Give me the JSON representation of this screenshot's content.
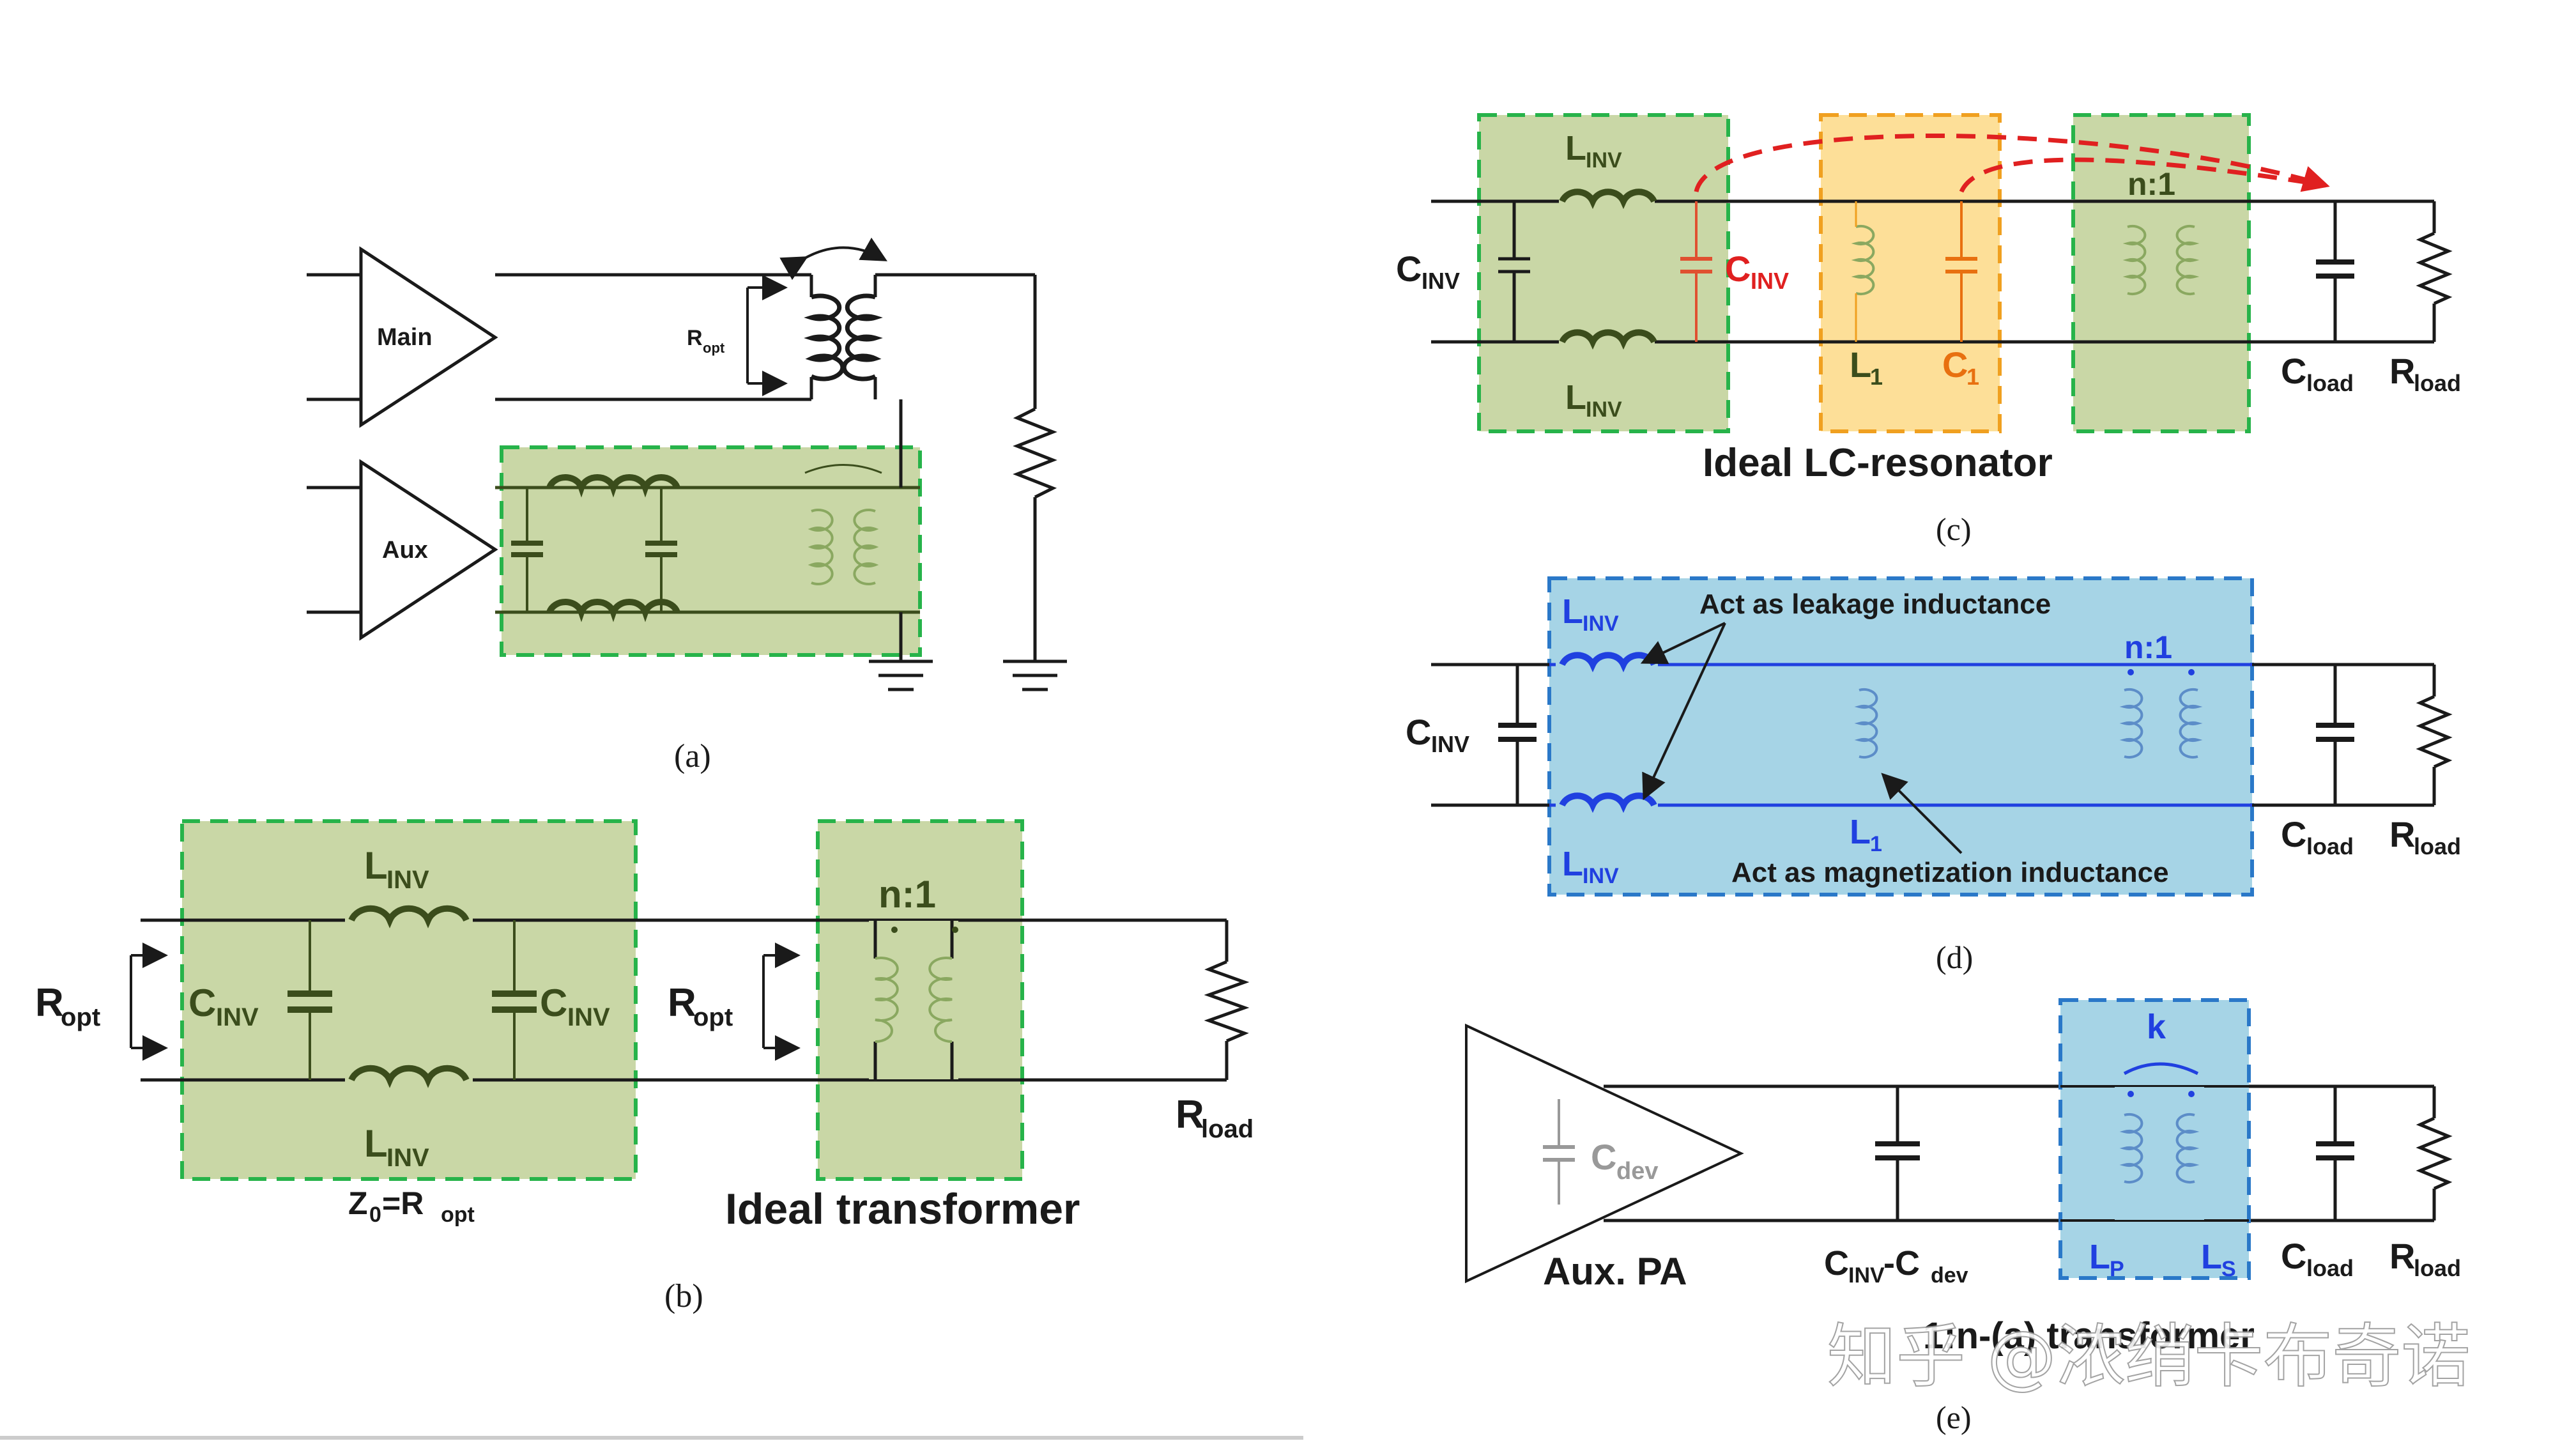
{
  "panels": {
    "a": {
      "caption": "(a)",
      "main_label": "Main",
      "aux_label": "Aux",
      "ropt_label": "R",
      "ropt_sub": "opt"
    },
    "b": {
      "caption": "(b)",
      "linv_top": "L",
      "linv_top_sub": "INV",
      "linv_bot": "L",
      "linv_bot_sub": "INV",
      "cinv_left": "C",
      "cinv_left_sub": "INV",
      "cinv_right": "C",
      "cinv_right_sub": "INV",
      "ropt_left": "R",
      "ropt_left_sub": "opt",
      "ropt_mid": "R",
      "ropt_mid_sub": "opt",
      "z0_pre": "Z",
      "z0_sub0": "0",
      "z0_eq": "=R",
      "z0_sub1": "opt",
      "ratio": "n:1",
      "ideal_transformer": "Ideal transformer",
      "rload": "R",
      "rload_sub": "load"
    },
    "c": {
      "caption": "(c)",
      "linv_top": "L",
      "linv_top_sub": "INV",
      "linv_bot": "L",
      "linv_bot_sub": "INV",
      "cinv_left": "C",
      "cinv_left_sub": "INV",
      "cinv_red": "C",
      "cinv_red_sub": "INV",
      "l1": "L",
      "l1_sub": "1",
      "c1": "C",
      "c1_sub": "1",
      "ratio": "n:1",
      "cload": "C",
      "cload_sub": "load",
      "rload": "R",
      "rload_sub": "load",
      "title": "Ideal LC-resonator"
    },
    "d": {
      "caption": "(d)",
      "linv_top": "L",
      "linv_top_sub": "INV",
      "linv_bot": "L",
      "linv_bot_sub": "INV",
      "cinv": "C",
      "cinv_sub": "INV",
      "leakage": "Act as leakage inductance",
      "magnetization": "Act as magnetization inductance",
      "l1": "L",
      "l1_sub": "1",
      "ratio": "n:1",
      "cload": "C",
      "cload_sub": "load",
      "rload": "R",
      "rload_sub": "load"
    },
    "e": {
      "caption": "(e)",
      "cdev": "C",
      "cdev_sub": "dev",
      "aux_pa": "Aux. PA",
      "cinv_cdev_a": "C",
      "cinv_cdev_sub_a": "INV",
      "cinv_cdev_mid": "-C",
      "cinv_cdev_sub_b": "dev",
      "k": "k",
      "lp": "L",
      "lp_sub": "P",
      "ls": "L",
      "ls_sub": "S",
      "cload": "C",
      "cload_sub": "load",
      "rload": "R",
      "rload_sub": "load",
      "bottom_text": "1:n-(a) transformer"
    }
  },
  "watermark": "知乎 @浓绡卡布奇诺",
  "colors": {
    "green_fill": "#c9d7a6",
    "green_border": "#27b34a",
    "orange_fill": "#fddf98",
    "blue_fill": "#a6d4e6",
    "blue_text": "#2040e0",
    "red_text": "#e02020"
  }
}
